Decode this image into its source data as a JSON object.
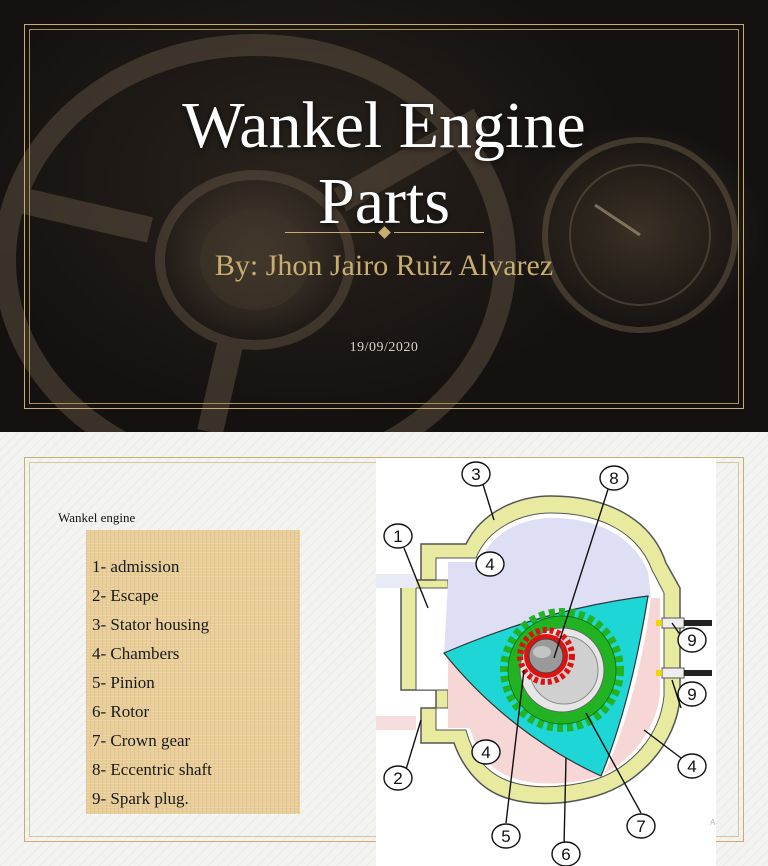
{
  "title_slide": {
    "title_line1": "Wankel Engine",
    "title_line2": "Parts",
    "subtitle": "By: Jhon Jairo Ruiz Alvarez",
    "date": "19/09/2020"
  },
  "parts_slide": {
    "caption": "Wankel engine",
    "legend": [
      "1- admission",
      "2- Escape",
      "3- Stator housing",
      "4- Chambers",
      "5- Pinion",
      "6- Rotor",
      "7- Crown gear",
      "8- Eccentric shaft",
      "9- Spark plug."
    ],
    "diagram_labels": {
      "l1": "1",
      "l2": "2",
      "l3": "3",
      "l4a": "4",
      "l4b": "4",
      "l4c": "4",
      "l5": "5",
      "l6": "6",
      "l7": "7",
      "l8": "8",
      "l9a": "9",
      "l9b": "9"
    },
    "watermark": "A"
  },
  "colors": {
    "gold": "#c9ad6e",
    "housing": "#e8eaa0",
    "rotor": "#1fd6d6",
    "crown_gear": "#22b322",
    "pinion": "#e01010",
    "chamber_top": "#dedff5",
    "chamber_bottom": "#f7d6d6"
  }
}
